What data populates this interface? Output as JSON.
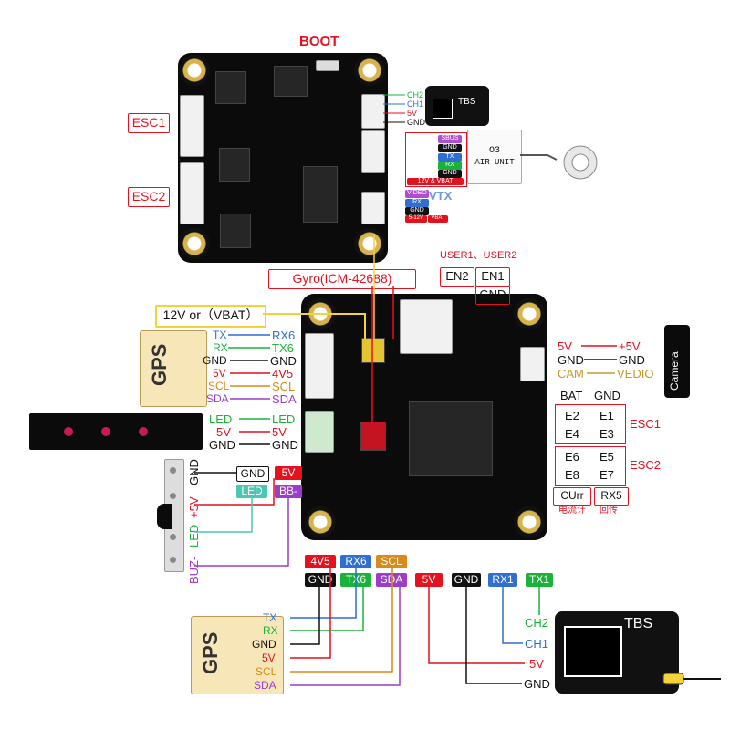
{
  "top_board": {
    "boot_label": "BOOT",
    "esc1_label": "ESC1",
    "esc2_label": "ESC2",
    "pins_tbs": [
      "CH2",
      "CH1",
      "5V",
      "GND"
    ],
    "tbs_label": "TBS",
    "o3_pins": [
      "SBUS",
      "GND",
      "TX",
      "RX",
      "GND"
    ],
    "o3_power": "12V & VBAT",
    "o3_unit_line1": "O3",
    "o3_unit_line2": "AIR UNIT",
    "vtx_pins": [
      "VIDEO",
      "RX",
      "GND",
      "5-12V",
      "VBAT"
    ],
    "vtx_label": "VTX"
  },
  "fc": {
    "gyro_label": "Gyro(ICM-42688)",
    "user_label": "USER1、USER2",
    "en2": "EN2",
    "en1": "EN1",
    "gnd": "GND",
    "power_label": "12V or（VBAT）",
    "gps_label": "GPS",
    "gps_left_pins": [
      "TX",
      "RX",
      "GND",
      "5V",
      "SCL",
      "SDA"
    ],
    "gps_right_pins": [
      "RX6",
      "TX6",
      "GND",
      "4V5",
      "SCL",
      "SDA"
    ],
    "led_left": [
      "LED",
      "5V",
      "GND"
    ],
    "led_right": [
      "LED",
      "5V",
      "GND"
    ],
    "camera_label": "Camera",
    "cam_left": [
      "5V",
      "GND",
      "CAM"
    ],
    "cam_right": [
      "+5V",
      "GND",
      "VEDIO"
    ],
    "esc_header": [
      "BAT",
      "GND"
    ],
    "esc1_pads": [
      "E2",
      "E1",
      "E4",
      "E3"
    ],
    "esc1_label": "ESC1",
    "esc2_pads": [
      "E6",
      "E5",
      "E8",
      "E7"
    ],
    "esc2_label": "ESC2",
    "curr": "CUrr",
    "rx5": "RX5",
    "curr_cn": "电流计",
    "rx5_cn": "回传",
    "buz_pins": [
      "GND",
      "+5V",
      "LED",
      "BUZ-"
    ],
    "buz_tags": [
      "GND",
      "5V",
      "LED",
      "BB-"
    ]
  },
  "bottom": {
    "tags_row1": [
      "4V5",
      "RX6",
      "SCL"
    ],
    "tags_row2": [
      "GND",
      "TX6",
      "SDA"
    ],
    "tags_rx": [
      "5V",
      "GND",
      "RX1",
      "TX1"
    ],
    "gps_label": "GPS",
    "gps_pins": [
      "TX",
      "RX",
      "GND",
      "5V",
      "SCL",
      "SDA"
    ],
    "tbs_label": "TBS",
    "tbs_pins": [
      "CH2",
      "CH1",
      "5V",
      "GND"
    ]
  },
  "colors": {
    "red": "#e4111f",
    "blue": "#2f6fd3",
    "green": "#19b33a",
    "orange": "#d88a1a",
    "purple": "#9c3cc9",
    "yellow_box": "#f2d43a"
  }
}
